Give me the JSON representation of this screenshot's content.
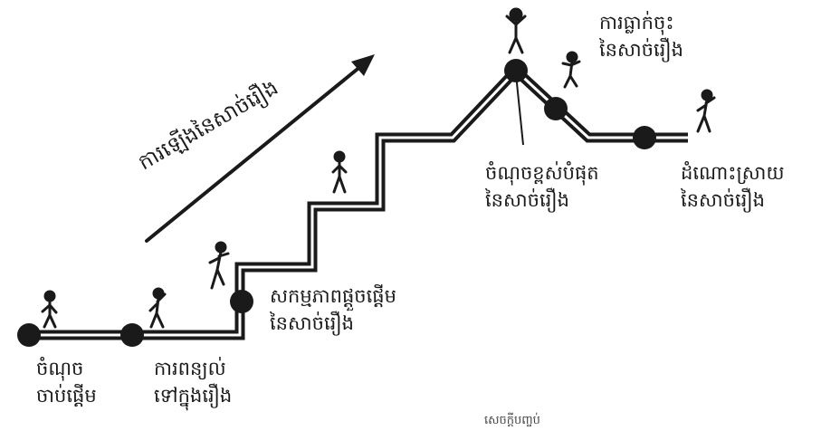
{
  "diagram": {
    "rising_action_label": "ការឡើងនៃសាច់រឿង",
    "labels": {
      "exposition": [
        "ចំណុច",
        "ចាប់ផ្ដើម"
      ],
      "entry": [
        "ការពន្យល់",
        "ទៅក្នុងរឿង"
      ],
      "inciting": [
        "សកម្មភាពផ្ដួចផ្ដើម",
        "នៃសាច់រឿង"
      ],
      "climax": [
        "ចំណុចខ្ពស់បំផុត",
        "នៃសាច់រឿង"
      ],
      "falling": [
        "ការធ្លាក់ចុះ",
        "នៃសាច់រឿង"
      ],
      "resolution": [
        "ដំណោះស្រាយ",
        "នៃសាច់រឿង"
      ]
    },
    "footer": "សេចក្ដីបញ្ចប់"
  }
}
